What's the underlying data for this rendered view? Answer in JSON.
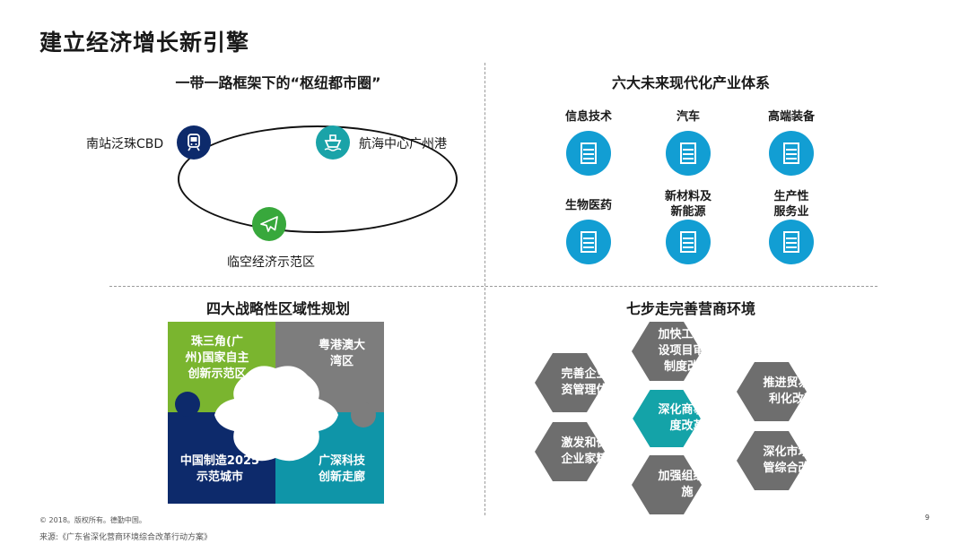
{
  "title": "建立经济增长新引擎",
  "belt_road": {
    "heading": "一带一路框架下的“枢纽都市圈”",
    "nodes": [
      {
        "label": "南站泛珠CBD",
        "icon": "train-icon",
        "color": "#0d2a6b"
      },
      {
        "label": "航海中心广州港",
        "icon": "ship-icon",
        "color": "#1aa3a8"
      },
      {
        "label": "临空经济示范区",
        "icon": "airplane-icon",
        "color": "#38a83c"
      }
    ]
  },
  "industries": {
    "heading": "六大未来现代化产业体系",
    "items": [
      {
        "label": "信息技术",
        "icon": "document-icon"
      },
      {
        "label": "汽车",
        "icon": "document-icon"
      },
      {
        "label": "高端装备",
        "icon": "document-icon"
      },
      {
        "label": "生物医药",
        "icon": "document-icon"
      },
      {
        "label": "新材料及\n新能源",
        "icon": "document-icon"
      },
      {
        "label": "生产性\n服务业",
        "icon": "document-icon"
      }
    ],
    "accent": "#129ed3"
  },
  "regional": {
    "heading": "四大战略性区域性规划",
    "pieces": [
      {
        "label": "珠三角(广\n州)国家自主\n创新示范区",
        "color": "#7ab52f"
      },
      {
        "label": "粤港澳大\n湾区",
        "color": "#7d7d7d"
      },
      {
        "label": "中国制造2025\n示范城市",
        "color": "#0d2a6b"
      },
      {
        "label": "广深科技\n创新走廊",
        "color": "#0f95a8"
      }
    ]
  },
  "business": {
    "heading": "七步走完善营商环境",
    "center": "深化商事制\n度改革",
    "cells": [
      "加快工程建\n设项目审批\n制度改革",
      "推进贸易便\n利化改革",
      "深化市场监\n管综合改革",
      "加强组织实\n施",
      "激发和保护\n企业家精神",
      "完善企业投\n资管理体制"
    ],
    "center_color": "#14a3a8",
    "cell_color": "#6e6e6e"
  },
  "footer": {
    "note": "© 2018。版权所有。德勤中国。",
    "source": "来源:《广东省深化营商环境综合改革行动方案》",
    "page": "9"
  }
}
